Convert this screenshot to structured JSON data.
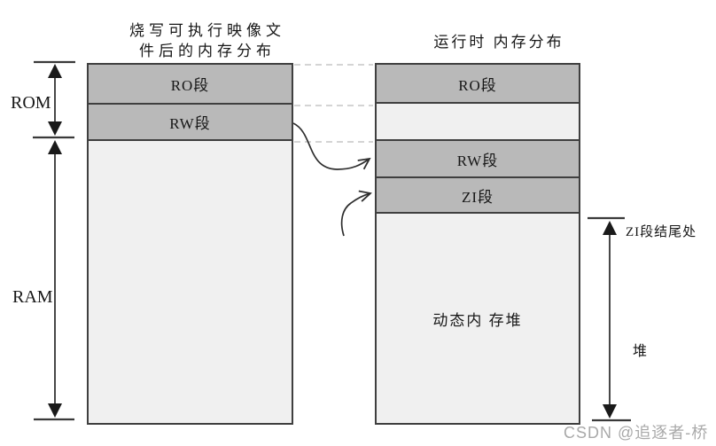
{
  "titles": {
    "left_line1": "烧写可执行映像文",
    "left_line2": "件后的内存分布",
    "right": "运行时 内存分布"
  },
  "left_box": {
    "ro": "RO段",
    "rw": "RW段"
  },
  "right_box": {
    "ro": "RO段",
    "rw": "RW段",
    "zi": "ZI段",
    "heap": "动态内 存堆"
  },
  "side_labels": {
    "rom": "ROM",
    "ram": "RAM",
    "zi_end": "ZI段结尾处",
    "heap": "堆"
  },
  "watermark": "CSDN @追逐者-桥",
  "colors": {
    "segment_gray": "#b9b9b9",
    "light_fill": "#f0f0f0",
    "border": "#3f3f3f",
    "dashed_line": "#c6c6c6",
    "arrow": "#1a1a1a",
    "curve": "#2e2e2e",
    "watermark": "#a9a9a9"
  }
}
